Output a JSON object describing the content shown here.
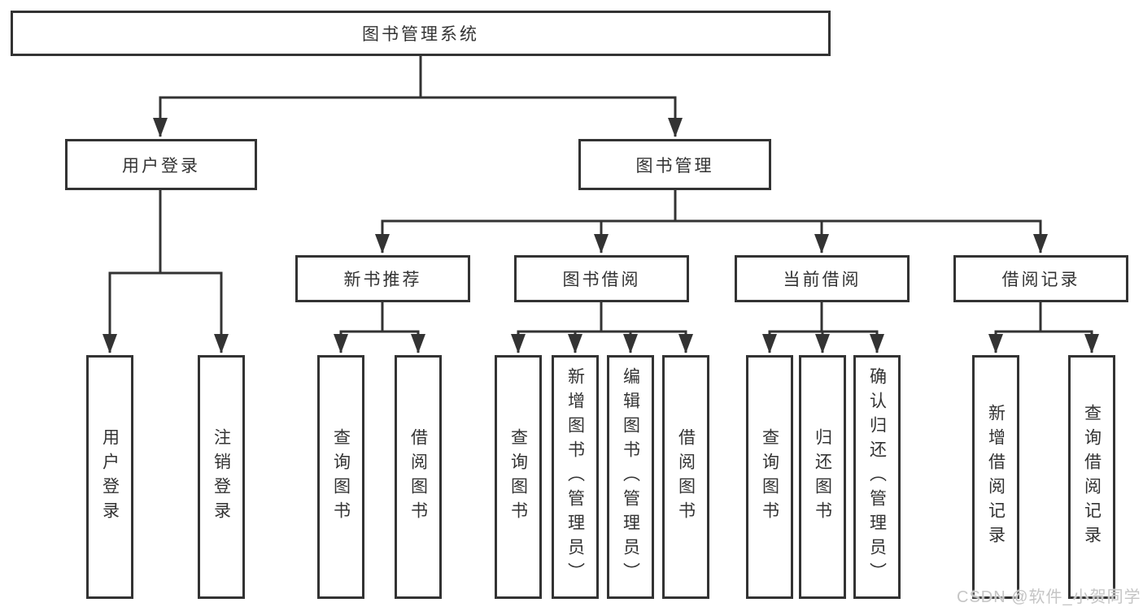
{
  "page": {
    "background": "#ffffff",
    "watermark": "CSDN @软件_小贺同学",
    "colors": {
      "line": "#333333",
      "box_border": "#333333",
      "text": "#333333",
      "watermark_text": "#c5c5c5"
    }
  },
  "tree": {
    "root": "图书管理系统",
    "level2": [
      "用户登录",
      "图书管理"
    ],
    "level3": [
      "新书推荐",
      "图书借阅",
      "当前借阅",
      "借阅记录"
    ],
    "leaves": {
      "user_login": [
        "用户登录",
        "注销登录"
      ],
      "new_book": [
        "查询图书",
        "借阅图书"
      ],
      "book_borrow": [
        "查询图书",
        "新增图书（管理员）",
        "编辑图书（管理员）",
        "借阅图书"
      ],
      "current_borrow": [
        "查询图书",
        "归还图书",
        "确认归还（管理员）"
      ],
      "borrow_record": [
        "新增借阅记录",
        "查询借阅记录"
      ]
    }
  }
}
